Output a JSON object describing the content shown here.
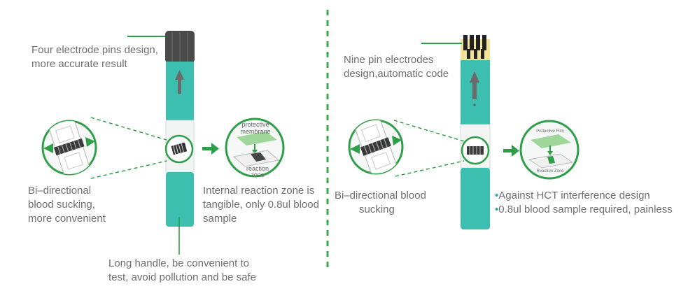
{
  "left": {
    "callout_pins": [
      "Four electrode pins design,",
      "more accurate result"
    ],
    "callout_bidirectional": [
      "Bi–directional",
      "blood sucking,",
      "more convenient"
    ],
    "callout_reaction": [
      "Internal reaction zone is",
      "tangible, only 0.8ul blood",
      "sample"
    ],
    "callout_handle": [
      "Long handle, be convenient to",
      "test, avoid pollution and be safe"
    ],
    "zoom_top_label": [
      "protective",
      "membrane"
    ],
    "zoom_bottom_label": [
      "reaction",
      "zone"
    ]
  },
  "right": {
    "callout_pins": [
      "Nine pin electrodes",
      "design,automatic code"
    ],
    "callout_bidirectional": [
      "Bi–directional blood",
      "sucking"
    ],
    "bullets": [
      "Against HCT interference design",
      "0.8ul blood sample required, painless"
    ],
    "bullet_glyph": "•",
    "zoom_top_label": "Protective Film",
    "zoom_bottom_label": "Reaction Zone"
  },
  "colors": {
    "strip_teal": "#3dbfb0",
    "strip_dark_teal": "#2aa89a",
    "accent_green": "#2e9e48",
    "cap_dark": "#4a4a4a",
    "divider_green": "#3aa648"
  }
}
